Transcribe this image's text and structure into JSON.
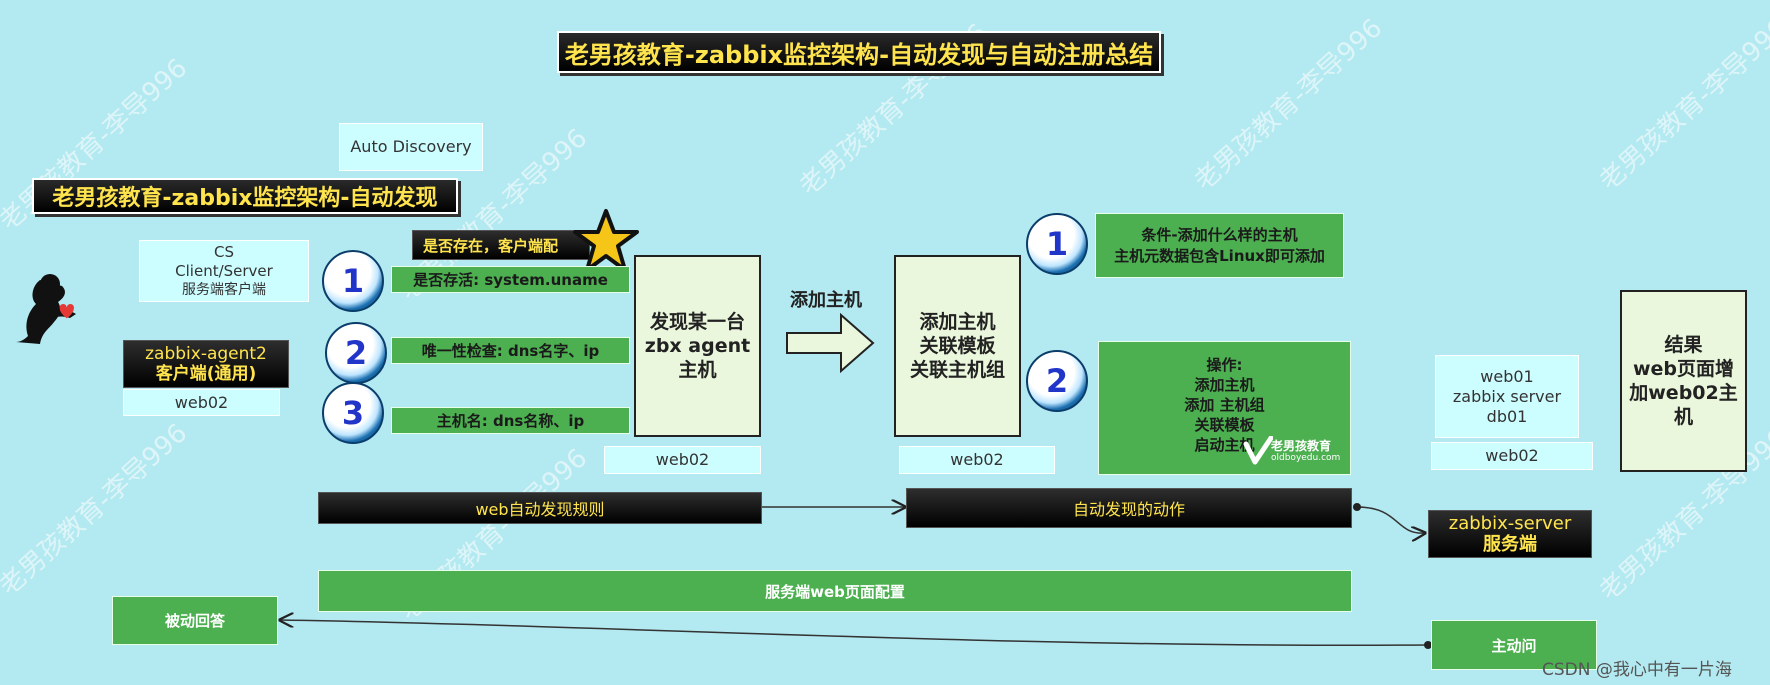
{
  "title": "老男孩教育-zabbix监控架构-自动发现与自动注册总结",
  "subtitle": "老男孩教育-zabbix监控架构-自动发现",
  "auto_discovery_label": "Auto Discovery",
  "cs_box": [
    "CS",
    "Client/Server",
    "服务端客户端"
  ],
  "agent": {
    "line1": "zabbix-agent2",
    "line2": "客户端(通用)",
    "host": "web02"
  },
  "checks": {
    "note": "是否存在，客户端配",
    "items": [
      {
        "num": "1",
        "text": "是否存活: system.uname"
      },
      {
        "num": "2",
        "text": "唯一性检查: dns名字、ip"
      },
      {
        "num": "3",
        "text": "主机名: dns名称、ip"
      }
    ]
  },
  "discover_box": [
    "发现某一台",
    "zbx agent",
    "主机"
  ],
  "discover_host": "web02",
  "add_host_label": "添加主机",
  "add_box": [
    "添加主机",
    "关联模板",
    "关联主机组"
  ],
  "add_host": "web02",
  "conditions": {
    "num": "1",
    "lines": [
      "条件-添加什么样的主机",
      "主机元数据包含Linux即可添加"
    ]
  },
  "operations": {
    "num": "2",
    "lines": [
      "操作:",
      "添加主机",
      "添加 主机组",
      "关联模板",
      "启动主机"
    ]
  },
  "logo_text": {
    "brand": "老男孩教育",
    "site": "oldboyedu.com"
  },
  "server_hosts": [
    "web01",
    "zabbix server",
    "db01"
  ],
  "server_host_new": "web02",
  "result_box": [
    "结果",
    "web页面增",
    "加web02主",
    "机"
  ],
  "rule_bar": "web自动发现规则",
  "action_bar": "自动发现的动作",
  "server": {
    "line1": "zabbix-server",
    "line2": "服务端"
  },
  "config_bar": "服务端web页面配置",
  "passive": "被动回答",
  "active": "主动问",
  "watermark": "老男孩教育-李导996",
  "footer_credit": "CSDN @我心中有一片海",
  "colors": {
    "background": "#b3e9f0",
    "green": "#4caf50",
    "title_text": "#ffe44d",
    "cyan_box": "#ccfdff"
  }
}
